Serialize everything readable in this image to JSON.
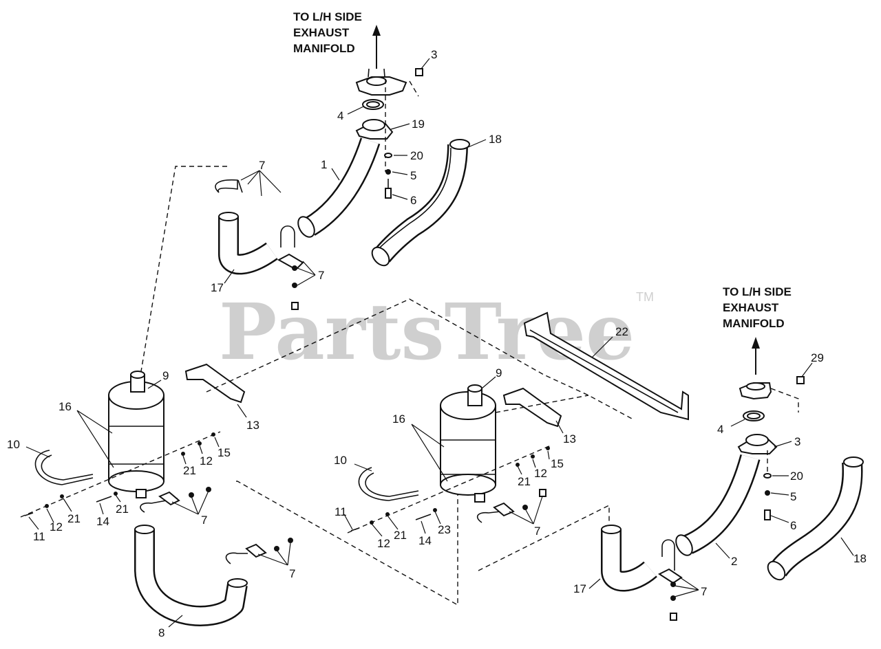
{
  "watermark": {
    "text": "PartsTree",
    "tm": "TM"
  },
  "headers": [
    {
      "lines": [
        "TO L/H SIDE",
        "EXHAUST",
        "MANIFOLD"
      ]
    },
    {
      "lines": [
        "TO L/H SIDE",
        "EXHAUST",
        "MANIFOLD"
      ]
    }
  ],
  "labels": {
    "top": [
      "3",
      "4",
      "19",
      "20",
      "5",
      "6",
      "1",
      "18",
      "7",
      "7",
      "17"
    ],
    "left": [
      "9",
      "16",
      "13",
      "10",
      "15",
      "12",
      "21",
      "21",
      "12",
      "11",
      "14",
      "21",
      "7",
      "7",
      "8"
    ],
    "mid": [
      "9",
      "16",
      "13",
      "10",
      "15",
      "12",
      "21",
      "11",
      "12",
      "21",
      "14",
      "23",
      "7",
      "22"
    ],
    "right": [
      "29",
      "4",
      "3",
      "20",
      "5",
      "6",
      "2",
      "18",
      "17",
      "7"
    ]
  },
  "colors": {
    "ink": "#111111",
    "watermark": "#cfcfcf",
    "background": "#ffffff"
  }
}
